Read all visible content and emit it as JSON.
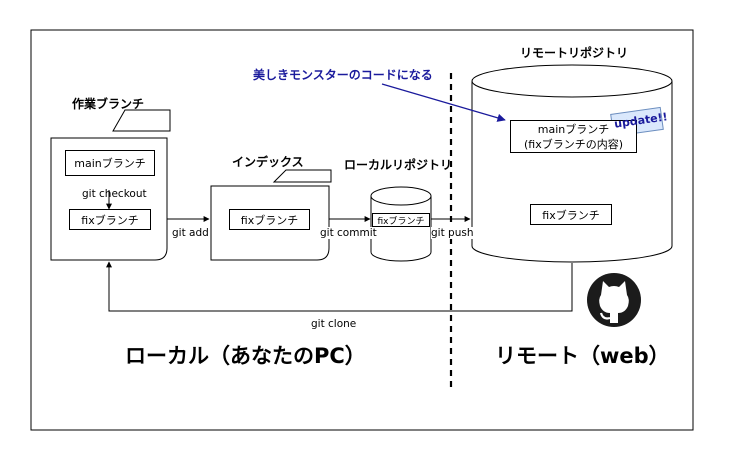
{
  "local": {
    "title": "ローカル（あなたのPC）",
    "working_tree": {
      "label": "作業ブランチ",
      "main": "mainブランチ",
      "fix": "fixブランチ",
      "checkout": "git checkout"
    },
    "index": {
      "label": "インデックス",
      "fix": "fixブランチ"
    },
    "local_repo": {
      "label": "ローカルリポジトリ",
      "fix": "fixブランチ"
    }
  },
  "remote": {
    "title": "リモート（web）",
    "repo_label": "リモートリポジトリ",
    "main_line1": "mainブランチ",
    "main_line2": "(fixブランチの内容)",
    "update_badge": "update!!",
    "fix": "fixブランチ",
    "logo_icon": "github-icon"
  },
  "commands": {
    "add": "git add",
    "commit": "git commit",
    "push": "git push",
    "clone": "git clone"
  },
  "annotation": {
    "text": "美しきモンスターのコードになる",
    "color": "#1a1a9c"
  },
  "colors": {
    "accent_blue": "#1a1a9c",
    "badge_fill": "#dae8fc",
    "badge_border": "#6c8ebf"
  }
}
